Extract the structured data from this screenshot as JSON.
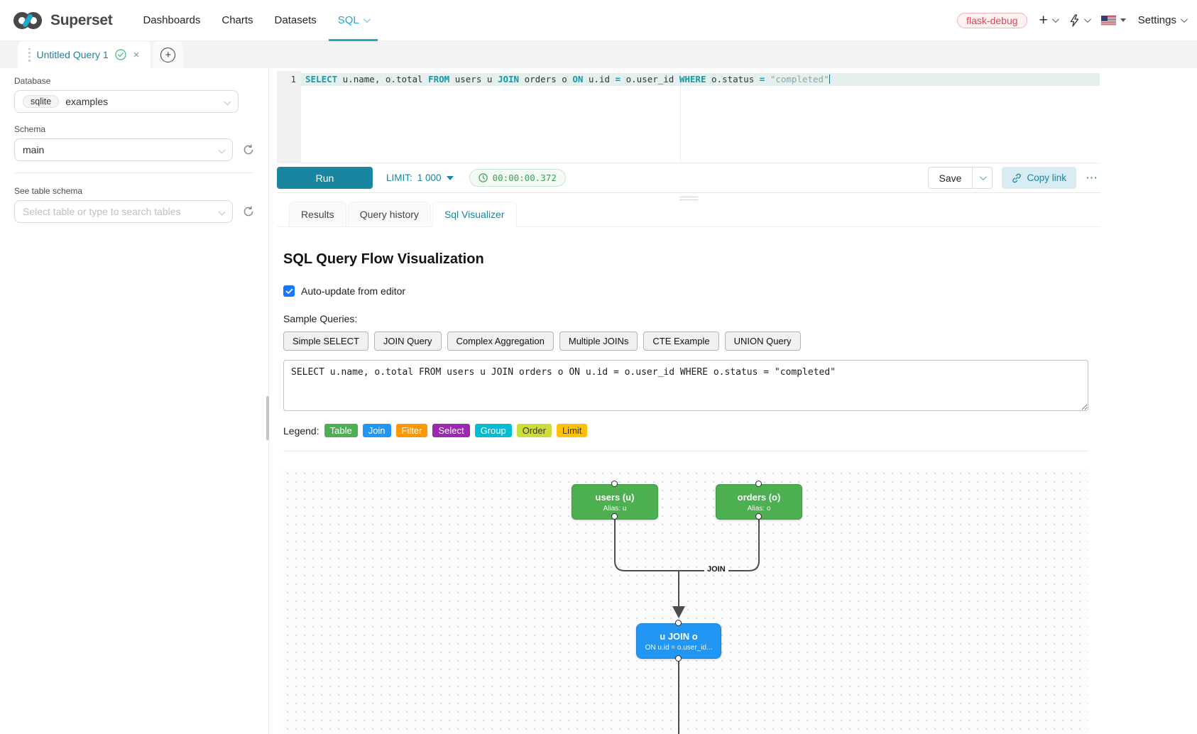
{
  "navbar": {
    "brand": "Superset",
    "items": [
      {
        "label": "Dashboards",
        "active": false,
        "chevron": false
      },
      {
        "label": "Charts",
        "active": false,
        "chevron": false
      },
      {
        "label": "Datasets",
        "active": false,
        "chevron": false
      },
      {
        "label": "SQL",
        "active": true,
        "chevron": true
      }
    ],
    "env_badge": "flask-debug",
    "settings_label": "Settings",
    "accent_color": "#20a7c9"
  },
  "tab_strip": {
    "tab_title": "Untitled Query 1",
    "close_glyph": "×",
    "add_glyph": "+"
  },
  "sidebar": {
    "database_label": "Database",
    "database_engine": "sqlite",
    "database_value": "examples",
    "schema_label": "Schema",
    "schema_value": "main",
    "table_label": "See table schema",
    "table_placeholder": "Select table or type to search tables"
  },
  "editor": {
    "line_number": "1",
    "tokens": [
      {
        "text": "SELECT",
        "type": "kw"
      },
      {
        "text": " u.name, o.total ",
        "type": "plain"
      },
      {
        "text": "FROM",
        "type": "kw"
      },
      {
        "text": " users u ",
        "type": "plain"
      },
      {
        "text": "JOIN",
        "type": "kw"
      },
      {
        "text": " orders o ",
        "type": "plain"
      },
      {
        "text": "ON",
        "type": "kw"
      },
      {
        "text": " u.id ",
        "type": "plain"
      },
      {
        "text": "=",
        "type": "op"
      },
      {
        "text": " o.user_id ",
        "type": "plain"
      },
      {
        "text": "WHERE",
        "type": "kw"
      },
      {
        "text": " o.status ",
        "type": "plain"
      },
      {
        "text": "=",
        "type": "op"
      },
      {
        "text": " ",
        "type": "plain"
      },
      {
        "text": "\"completed\"",
        "type": "str"
      }
    ]
  },
  "toolbar": {
    "run_label": "Run",
    "limit_label": "LIMIT:",
    "limit_value": "1 000",
    "timer_value": "00:00:00.372",
    "save_label": "Save",
    "copy_link_label": "Copy link",
    "more_label": "⋯"
  },
  "result_tabs": [
    {
      "label": "Results",
      "active": false
    },
    {
      "label": "Query history",
      "active": false
    },
    {
      "label": "Sql Visualizer",
      "active": true
    }
  ],
  "visualizer": {
    "title": "SQL Query Flow Visualization",
    "auto_update_label": "Auto-update from editor",
    "auto_update_checked": true,
    "samples_label": "Sample Queries:",
    "sample_buttons": [
      "Simple SELECT",
      "JOIN Query",
      "Complex Aggregation",
      "Multiple JOINs",
      "CTE Example",
      "UNION Query"
    ],
    "sql_text": "SELECT u.name, o.total FROM users u JOIN orders o ON u.id = o.user_id WHERE o.status = \"completed\"",
    "legend_label": "Legend:",
    "legend_items": [
      {
        "label": "Table",
        "color": "#4caf50",
        "text": "#ffffff"
      },
      {
        "label": "Join",
        "color": "#2196f3",
        "text": "#ffffff"
      },
      {
        "label": "Filter",
        "color": "#ff9800",
        "text": "#ffffff"
      },
      {
        "label": "Select",
        "color": "#9c27b0",
        "text": "#ffffff"
      },
      {
        "label": "Group",
        "color": "#00bcd4",
        "text": "#ffffff"
      },
      {
        "label": "Order",
        "color": "#cddc39",
        "text": "#333333"
      },
      {
        "label": "Limit",
        "color": "#ffc107",
        "text": "#333333"
      }
    ],
    "flow": {
      "nodes": [
        {
          "title": "users (u)",
          "subtitle": "Alias: u",
          "color": "#4caf50"
        },
        {
          "title": "orders (o)",
          "subtitle": "Alias: o",
          "color": "#4caf50"
        },
        {
          "title": "u JOIN o",
          "subtitle": "ON u.id = o.user_id...",
          "color": "#2196f3"
        }
      ],
      "edge_label": "JOIN",
      "edge_color": "#4d4d4d"
    }
  },
  "icons": {
    "superset-logo": "infinity mark, dark gray with teal accent",
    "lightning-icon": "outline thunderbolt",
    "us-flag-icon": "US flag",
    "check-circle-icon": "green circled check",
    "clock-icon": "green clock",
    "link-icon": "chain link",
    "refresh-icon": "circular sync arrow"
  }
}
